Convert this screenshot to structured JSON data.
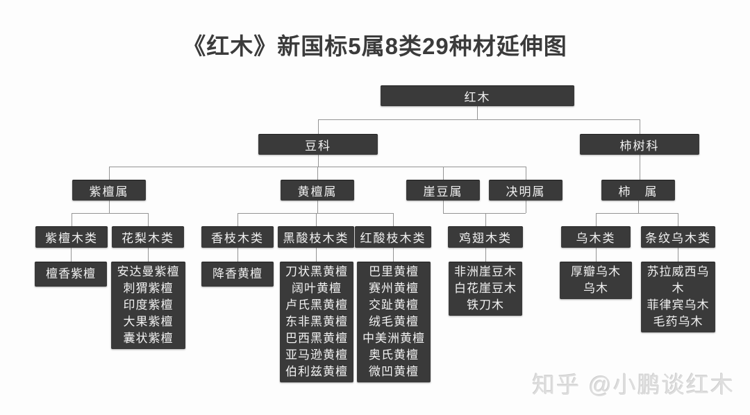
{
  "title": "《红木》新国标5属8类29种材延伸图",
  "watermark": "知乎 @小鹏谈红木",
  "colors": {
    "box_bg": "#3a3a3a",
    "box_text": "#f2f2f2",
    "connector": "#949494",
    "title_text": "#3b3b3b",
    "watermark_text": "#dedede",
    "background": "#fdfdfd"
  },
  "tree": {
    "root": "红木",
    "families": [
      {
        "label": "豆科"
      },
      {
        "label": "柿树科"
      }
    ],
    "genera": [
      {
        "label": "紫檀属"
      },
      {
        "label": "黄檀属"
      },
      {
        "label": "崖豆属"
      },
      {
        "label": "决明属"
      },
      {
        "label": "柿　属"
      }
    ],
    "classes": [
      {
        "label": "紫檀木类",
        "species": [
          "檀香紫檀"
        ]
      },
      {
        "label": "花梨木类",
        "species": [
          "安达曼紫檀",
          "刺猬紫檀",
          "印度紫檀",
          "大果紫檀",
          "囊状紫檀"
        ]
      },
      {
        "label": "香枝木类",
        "species": [
          "降香黄檀"
        ]
      },
      {
        "label": "黑酸枝木类",
        "species": [
          "刀状黑黄檀",
          "阔叶黄檀",
          "卢氏黑黄檀",
          "东非黑黄檀",
          "巴西黑黄檀",
          "亚马逊黄檀",
          "伯利兹黄檀"
        ]
      },
      {
        "label": "红酸枝木类",
        "species": [
          "巴里黄檀",
          "赛州黄檀",
          "交趾黄檀",
          "绒毛黄檀",
          "中美洲黄檀",
          "奥氏黄檀",
          "微凹黄檀"
        ]
      },
      {
        "label": "鸡翅木类",
        "species": [
          "非洲崖豆木",
          "白花崖豆木",
          "铁刀木"
        ]
      },
      {
        "label": "乌木类",
        "species": [
          "厚瓣乌木",
          "乌木"
        ]
      },
      {
        "label": "条纹乌木类",
        "species": [
          "苏拉威西乌木",
          "菲律宾乌木",
          "毛药乌木"
        ]
      }
    ]
  }
}
